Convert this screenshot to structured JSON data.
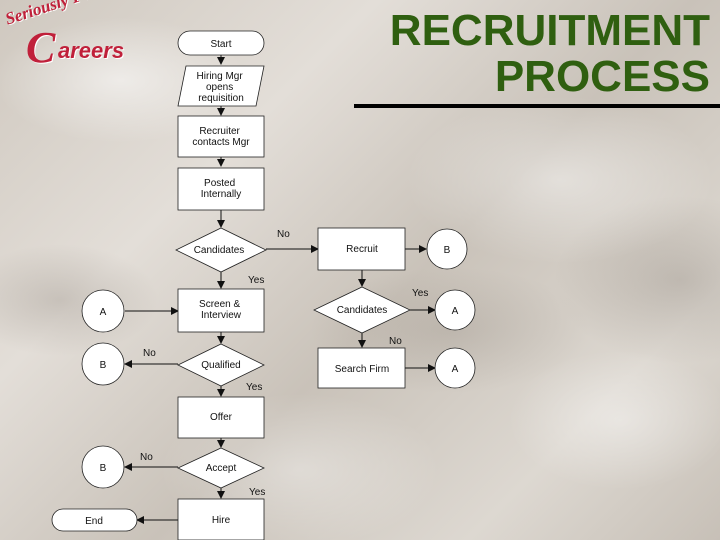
{
  "logo": {
    "top": "Seriously Fun",
    "c": "C",
    "main": "areers"
  },
  "title": {
    "line1": "RECRUITMENT",
    "line2": "PROCESS"
  },
  "nodes": {
    "start": [
      "Start"
    ],
    "hiring": [
      "Hiring Mgr",
      "opens",
      "requisition"
    ],
    "recruiter": [
      "Recruiter",
      "contacts Mgr"
    ],
    "posted": [
      "Posted",
      "Internally"
    ],
    "candidates1": [
      "Candidates"
    ],
    "recruit": [
      "Recruit"
    ],
    "b1": [
      "B"
    ],
    "screen": [
      "Screen &",
      "Interview"
    ],
    "a1": [
      "A"
    ],
    "candidates2": [
      "Candidates"
    ],
    "a2": [
      "A"
    ],
    "b2": [
      "B"
    ],
    "qualified": [
      "Qualified"
    ],
    "search": [
      "Search Firm"
    ],
    "a3": [
      "A"
    ],
    "offer": [
      "Offer"
    ],
    "b3": [
      "B"
    ],
    "accept": [
      "Accept"
    ],
    "end": [
      "End"
    ],
    "hire": [
      "Hire"
    ]
  },
  "edge_labels": {
    "c1_no": "No",
    "c1_yes": "Yes",
    "c2_yes": "Yes",
    "c2_no": "No",
    "q_no": "No",
    "q_yes": "Yes",
    "acc_no": "No",
    "acc_yes": "Yes"
  }
}
